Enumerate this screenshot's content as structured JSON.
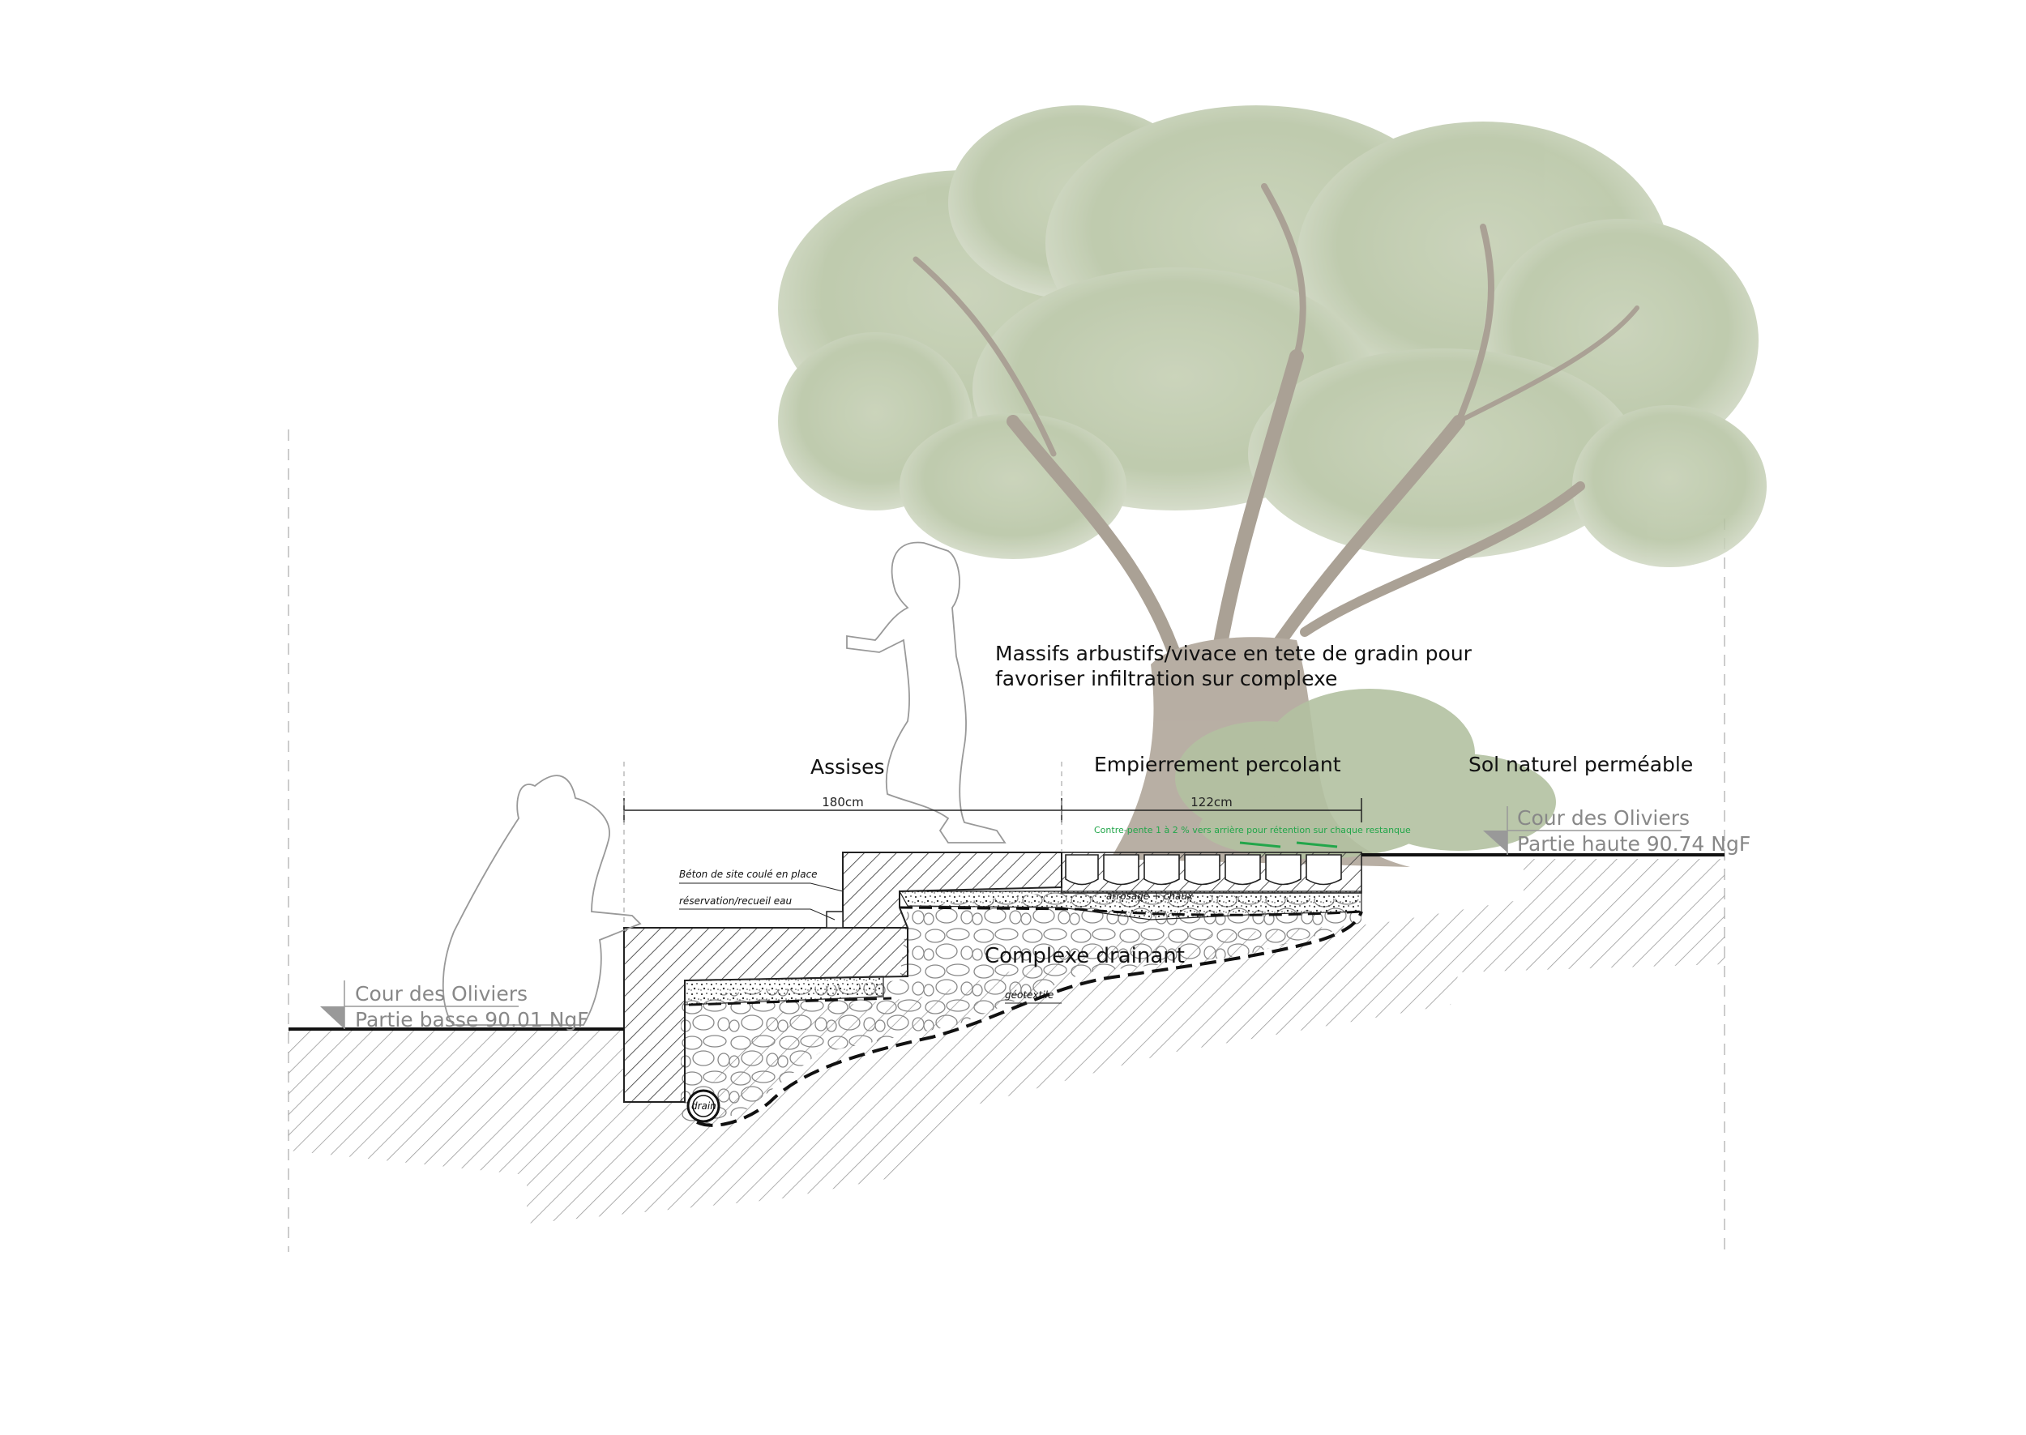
{
  "labels": {
    "massifs_line1": "Massifs arbustifs/vivace en tete de gradin pour",
    "massifs_line2": "favoriser infiltration sur complexe",
    "assises": "Assises",
    "empierrement": "Empierrement percolant",
    "sol_naturel": "Sol naturel perméable",
    "complexe_drainant": "Complexe drainant",
    "beton": "Béton de site coulé en place",
    "reservation": "réservation/recueil eau",
    "geotextile": "géotextile",
    "arrosage": "arrosage + chaux",
    "drain": "drain",
    "contre_pente": "Contre-pente 1 à 2 % vers arrière pour rétention sur chaque restanque"
  },
  "dimensions": {
    "assises_width": "180cm",
    "empierrement_width": "122cm"
  },
  "levels": {
    "low_name": "Cour des Oliviers",
    "low_value": "Partie basse 90.01 NgF",
    "high_name": "Cour des Oliviers",
    "high_value": "Partie haute 90.74 NgF"
  },
  "colors": {
    "annotation_green": "#22a64a",
    "level_grey": "#888888",
    "foliage": "#b9c6a8",
    "trunk": "#a79c8e"
  }
}
